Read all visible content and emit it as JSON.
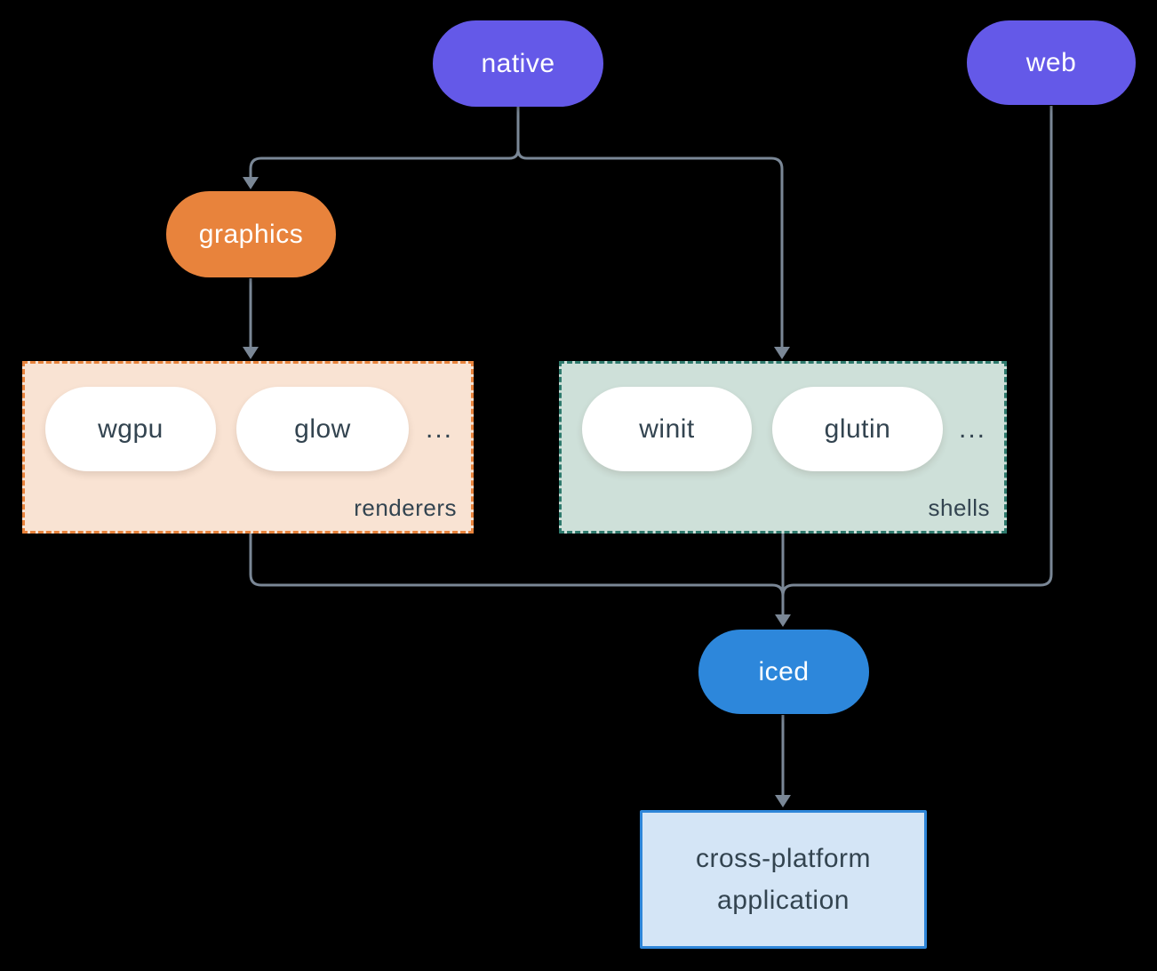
{
  "diagram": {
    "nodes": {
      "native": {
        "label": "native"
      },
      "web": {
        "label": "web"
      },
      "graphics": {
        "label": "graphics"
      },
      "wgpu": {
        "label": "wgpu"
      },
      "glow": {
        "label": "glow"
      },
      "winit": {
        "label": "winit"
      },
      "glutin": {
        "label": "glutin"
      },
      "iced": {
        "label": "iced"
      },
      "app": {
        "line1": "cross-platform",
        "line2": "application"
      }
    },
    "groups": {
      "renderers": {
        "label": "renderers",
        "ellipsis": "..."
      },
      "shells": {
        "label": "shells",
        "ellipsis": "..."
      }
    }
  },
  "colors": {
    "background": "#000000",
    "purple": "#6459E8",
    "orange": "#E8833C",
    "blue": "#2D87DB",
    "line": "#7A8796",
    "dark_text": "#334450",
    "white": "#FFFFFF",
    "renderers_bg": "#F9E3D3",
    "renderers_border": "#E8833C",
    "shells_bg": "#CEE0D9",
    "shells_border": "#2E7A6D",
    "app_bg": "#D4E5F6",
    "app_border": "#2E86D9"
  }
}
